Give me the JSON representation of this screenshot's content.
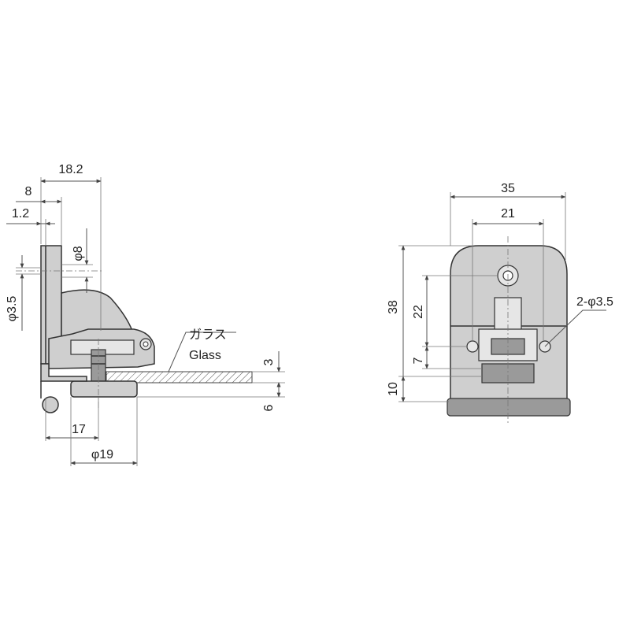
{
  "side_view": {
    "dims": {
      "width_total": "18.2",
      "width_8": "8",
      "width_1_2": "1.2",
      "hole_dia_8": "φ8",
      "hole_dia_3_5": "φ3.5",
      "offset_17": "17",
      "pad_dia_19": "φ19",
      "glass_thickness": "3",
      "pad_thickness": "6"
    },
    "glass_label_jp": "ガラス",
    "glass_label_en": "Glass"
  },
  "front_view": {
    "dims": {
      "width_35": "35",
      "width_21": "21",
      "height_38": "38",
      "height_22": "22",
      "height_7": "7",
      "height_10": "10",
      "holes": "2-φ3.5"
    }
  },
  "colors": {
    "part_fill": "#cfcfcf",
    "line": "#333333"
  }
}
